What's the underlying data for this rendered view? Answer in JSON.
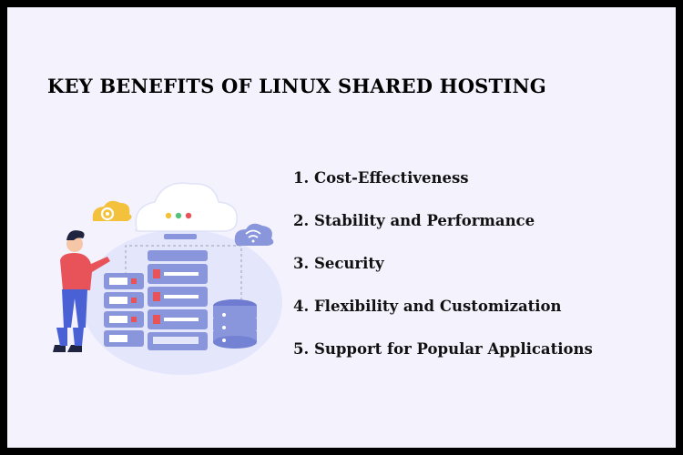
{
  "title": "KEY BENEFITS OF LINUX SHARED HOSTING",
  "benefits": [
    "1. Cost-Effectiveness",
    "2. Stability and Performance",
    "3. Security",
    "4. Flexibility and Customization",
    "5. Support for Popular Applications"
  ],
  "colors": {
    "background": "#f3f2fd",
    "frame": "#000000",
    "server_blue": "#8a96dc",
    "accent_red": "#e8535a",
    "cloud_yellow": "#f3c13b"
  },
  "illustration": {
    "icons": [
      "cloud-server-icon",
      "gear-cloud-icon",
      "wifi-cloud-icon",
      "server-rack-icon",
      "database-icon",
      "person-icon"
    ]
  }
}
